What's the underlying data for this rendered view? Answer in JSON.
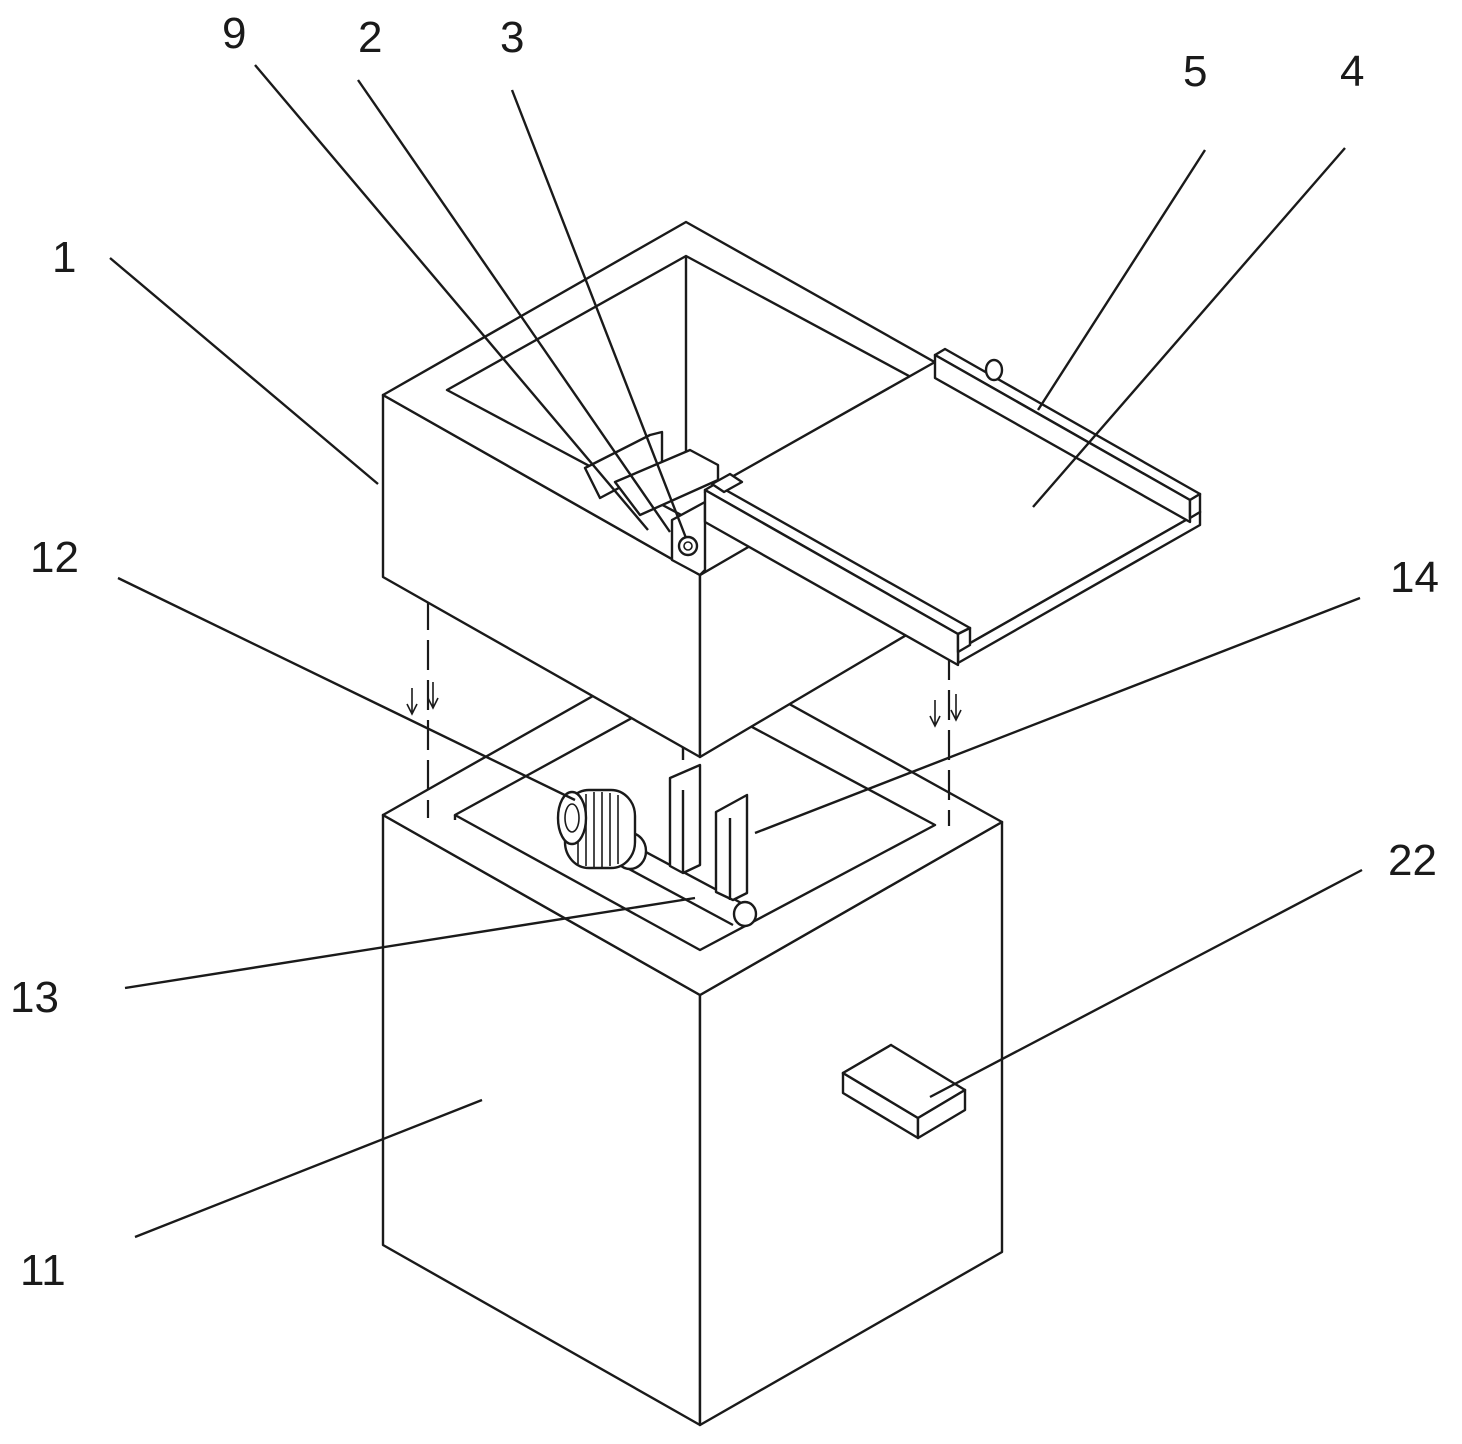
{
  "labels": {
    "l1": "1",
    "l2": "2",
    "l3": "3",
    "l4": "4",
    "l5": "5",
    "l9": "9",
    "l11": "11",
    "l12": "12",
    "l13": "13",
    "l14": "14",
    "l22": "22"
  },
  "colors": {
    "line": "#1a1a1a",
    "background": "#ffffff"
  }
}
